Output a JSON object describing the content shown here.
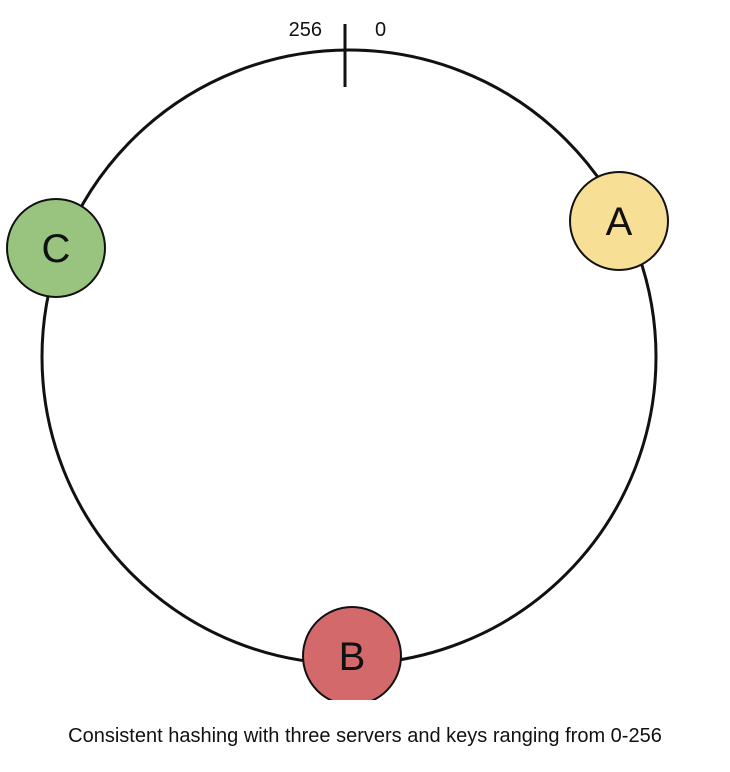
{
  "ring": {
    "range_start": 0,
    "range_end": 256,
    "range_start_label": "0",
    "range_end_label": "256"
  },
  "servers": [
    {
      "name": "A",
      "color": "#f8df96"
    },
    {
      "name": "B",
      "color": "#d4696b"
    },
    {
      "name": "C",
      "color": "#98c47f"
    }
  ],
  "caption": "Consistent hashing with three servers and keys ranging from 0-256"
}
